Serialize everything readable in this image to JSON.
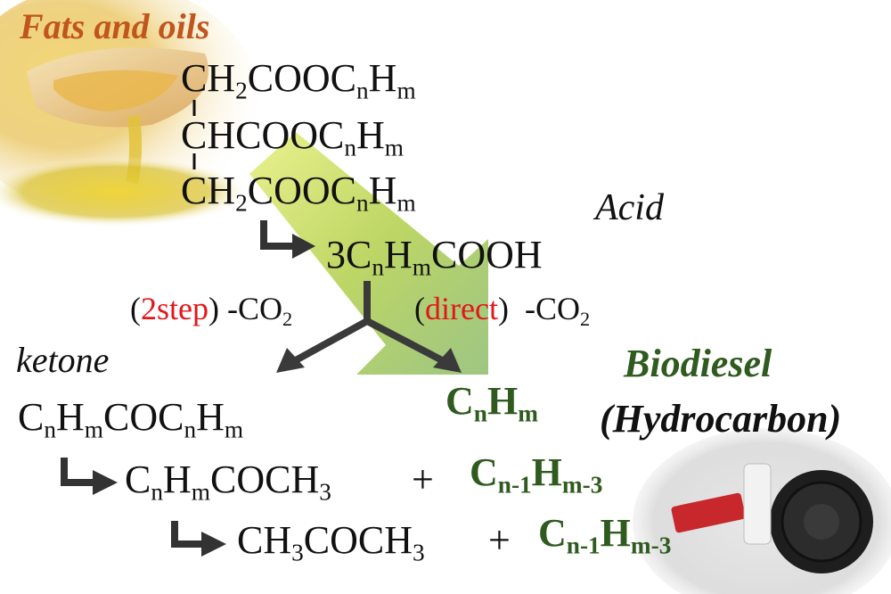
{
  "titles": {
    "fats_and_oils": "Fats and oils",
    "biodiesel": "Biodiesel",
    "hydrocarbon": "(Hydrocarbon)"
  },
  "labels": {
    "acid": "Acid",
    "ketone": "ketone"
  },
  "triglyceride": {
    "line1": {
      "a": "CH",
      "a_sub": "2",
      "b": "COOC",
      "b_sub": "n",
      "c": "H",
      "c_sub": "m"
    },
    "line2": {
      "a": "CHCOOC",
      "b_sub": "n",
      "c": "H",
      "c_sub": "m"
    },
    "line3": {
      "a": "CH",
      "a_sub": "2",
      "b": "COOC",
      "b_sub": "n",
      "c": "H",
      "c_sub": "m"
    }
  },
  "fatty_acid": {
    "coef": "3",
    "c": "C",
    "c_sub": "n",
    "h": "H",
    "h_sub": "m",
    "tail": "COOH"
  },
  "paths": {
    "two_step": {
      "open": "(",
      "label": "2step",
      "close": ")",
      "co2": " -CO",
      "co2_sub": "2"
    },
    "direct": {
      "open": "(",
      "label": "direct",
      "close": ")",
      "co2": "  -CO",
      "co2_sub": "2"
    }
  },
  "products": {
    "ketone_formula": {
      "c1": "C",
      "c1_sub": "n",
      "h1": "H",
      "h1_sub": "m",
      "mid": "COC",
      "c2_sub": "n",
      "h2": "H",
      "h2_sub": "m"
    },
    "hydrocarbon": {
      "c": "C",
      "c_sub": "n",
      "h": "H",
      "h_sub": "m"
    },
    "step2_ketone": {
      "c": "C",
      "c_sub": "n",
      "h": "H",
      "h_sub": "m",
      "tail": "COCH",
      "tail_sub": "3"
    },
    "step3_ketone": {
      "a": "CH",
      "a_sub": "3",
      "b": "COCH",
      "b_sub": "3"
    },
    "plus": "+",
    "shorter_hc": {
      "c": "C",
      "c_sub": "n-1",
      "h": "H",
      "h_sub": "m-3"
    }
  },
  "colors": {
    "fats_title": "#c0561e",
    "green": "#2f5b1f",
    "red": "#e3161b",
    "arrow_green": "#9cc24a",
    "arrow_dark": "#3a3a3a"
  },
  "images": {
    "top_left": "oil-spoon-image",
    "bottom_right": "diesel-fuel-cap-image"
  }
}
